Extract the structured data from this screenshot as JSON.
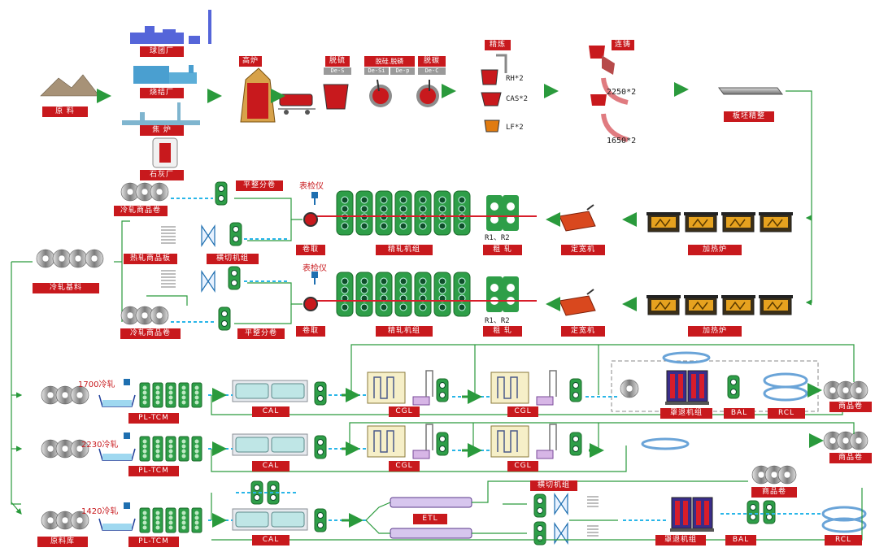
{
  "upstream": {
    "raw_material": "原 料",
    "pellet_plant": "球团厂",
    "sinter_plant": "烧结厂",
    "coke_oven": "焦 炉",
    "lime_plant": "石灰厂",
    "blast_furnace": "高炉",
    "desulf": "脱硫",
    "desi_dephos": "脱硅.脱磷",
    "decarb": "脱碳",
    "de_s": "De-S",
    "de_si": "De-Si",
    "de_p": "De-p",
    "de_c": "De-C",
    "refining": "精炼",
    "rh": "RH*2",
    "cas": "CAS*2",
    "lf": "LF*2",
    "caster": "连铸",
    "cc_2250": "2250*2",
    "cc_1650": "1650*2",
    "slab_finishing": "板坯精整"
  },
  "hot_rolling": {
    "surface_inspector": "表检仪",
    "cold_coil_product": "冷轧商品卷",
    "temper_split": "平整分卷",
    "hot_plate_product": "热轧商品板",
    "cut_to_length": "横切机组",
    "coiler": "卷取",
    "finishing_mill": "精轧机组",
    "rough_mill_units": "R1、R2",
    "roughing": "粗 轧",
    "width_sizer": "定宽机",
    "reheat_furnace": "加热炉",
    "cold_feed": "冷轧基料"
  },
  "cold_rolling": {
    "line_1700": "1700冷轧",
    "line_2230": "2230冷轧",
    "line_1420": "1420冷轧",
    "pl_tcm": "PL-TCM",
    "cal": "CAL",
    "cgl": "CGL",
    "etl": "ETL",
    "batch_anneal": "罩退机组",
    "bal": "BAL",
    "rcl": "RCL",
    "product_coil": "商品卷",
    "cut_to_length": "横切机组",
    "raw_storage": "原料库"
  },
  "colors": {
    "label_bg": "#c8191d",
    "arrow": "#2a9a3c",
    "strip": "#29b6e8",
    "mill_green": "#1f8f3a",
    "furnace": "#d98c1a"
  }
}
